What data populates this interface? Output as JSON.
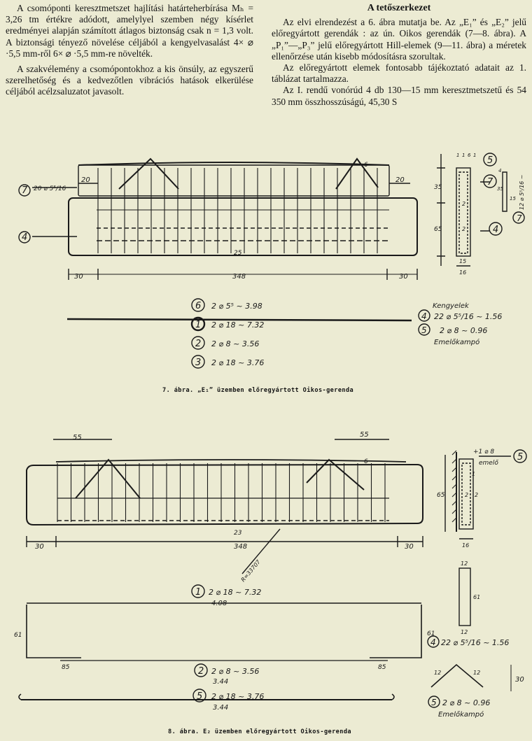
{
  "text": {
    "left_paragraphs": [
      "A csomóponti keresztmetszet hajlítási határteherbírása Mₕ = 3,26 tm értékre adódott, amelylyel szemben négy kísérlet eredményei alapján számított átlagos biztonság csak n = 1,3 volt. A biztonsági tényező növelése céljából a kengyelvasalást 4× ⌀ ·5,5 mm-ről 6× ⌀ ·5,5 mm-re növelték.",
      "A szakvélemény a csomópontokhoz a kis önsúly, az egyszerű szerelhetőség és a kedvezőtlen vibrációs hatások elkerülése céljából acélzsaluzatot javasolt."
    ],
    "section_title": "A tetőszerkezet",
    "right_paragraphs": [
      "Az elvi elrendezést a 6. ábra mutatja be. Az „E₁” és „E₂” jelű előregyártott gerendák : az ún. Oikos gerendák (7—8. ábra). A „P₁”—„P₃” jelű előregyártott Hill-elemek (9—11. ábra) a méretek ellenőrzése után kisebb módosításra szorultak.",
      "Az előregyártott elemek fontosabb tájékoztató adatait az 1. táblázat tartalmazza.",
      "Az I. rendű vonórúd 4 db 130—15 mm keresztmetszetű és 54 350 mm összhosszúságú, 45,30 S"
    ]
  },
  "fig7": {
    "caption": "7. ábra. „E₁” üzemben előregyártott Oikos-gerenda",
    "tag7": "7",
    "tag4": "4",
    "left_note": "20 ⌀ 5⁵/16",
    "dim_20a": "20",
    "dim_20b": "20",
    "dim_6": "6",
    "dim_25": "25",
    "dim_30a": "30",
    "dim_348": "348",
    "dim_30b": "30",
    "sec": {
      "tag5": "5",
      "tag7": "7",
      "tag4": "4",
      "d35": "35",
      "d65": "65",
      "d15": "15",
      "d16": "16",
      "d2a": "2",
      "d2b": "2",
      "d1": "1",
      "d6": "6",
      "d11": "1",
      "d1b": "1",
      "strip_label": "12 ⌀ 5⁵/16 ~",
      "strip_4": "4",
      "strip_35": "35",
      "strip_15": "15"
    },
    "bars": [
      {
        "num": "6",
        "spec": "2 ⌀ 5⁵ ~ 3.98"
      },
      {
        "num": "1",
        "spec": "2 ⌀ 18 ~ 7.32"
      },
      {
        "num": "2",
        "spec": "2 ⌀ 8 ~ 3.56"
      },
      {
        "num": "3",
        "spec": "2 ⌀ 18 ~ 3.76"
      }
    ],
    "kengyelek": "Kengyelek",
    "stirrup4": {
      "num": "4",
      "spec": "22 ⌀ 5⁵/16 ~ 1.56"
    },
    "stirrup5": {
      "num": "5",
      "spec": "2 ⌀ 8 ~ 0.96"
    },
    "emelokampo": "Emelőkampó"
  },
  "fig8": {
    "caption": "8. ábra. E₂ üzemben előregyártott Oikos-gerenda",
    "dim_55a": "55",
    "dim_55b": "55",
    "dim_6": "6",
    "dim_23": "23",
    "dim_30": "30",
    "dim_348": "348",
    "dim_30b": "30",
    "radius": "R=33707",
    "sec": {
      "tag5": "5",
      "note": "+1 ⌀ 8",
      "emelo": "emelő",
      "d65": "65",
      "d16": "16",
      "d2a": "2",
      "d2b": "2",
      "d1": "1"
    },
    "bar1": {
      "num": "1",
      "spec": "2 ⌀ 18 ~ 7.32",
      "len": "4.08"
    },
    "bar2": {
      "num": "2",
      "spec": "2 ⌀ 8 ~ 3.56",
      "len": "3.44"
    },
    "bar5": {
      "num": "5",
      "spec": "2 ⌀ 18 ~ 3.76",
      "len": "3.44"
    },
    "dim_61a": "61",
    "dim_61b": "61",
    "dim_85a": "85",
    "dim_85b": "85",
    "stirrup": {
      "num": "4",
      "spec": "22 ⌀ 5⁵/16 ~ 1.56",
      "d12a": "12",
      "d12b": "12",
      "d61": "61"
    },
    "hook": {
      "num": "5",
      "spec": "2 ⌀ 8 ~ 0.96",
      "label": "Emelőkampó",
      "d12a": "12",
      "d12b": "12",
      "d30": "30"
    }
  }
}
